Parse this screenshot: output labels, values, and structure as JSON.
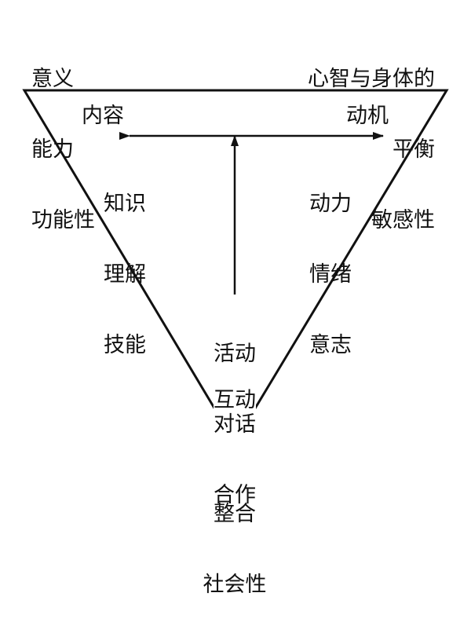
{
  "corners": {
    "top_left": [
      "意义",
      "能力",
      "功能性"
    ],
    "top_right": [
      "心智与身体的",
      "平衡",
      "敏感性"
    ],
    "bottom": [
      "整合",
      "社会性"
    ]
  },
  "axis_labels": {
    "left": "内容",
    "right": "动机",
    "bottom": "互动"
  },
  "groups": {
    "content": [
      "知识",
      "理解",
      "技能"
    ],
    "motivation": [
      "动力",
      "情绪",
      "意志"
    ],
    "interaction": [
      "活动",
      "对话",
      "合作"
    ]
  },
  "colors": {
    "stroke": "#111111",
    "background": "#ffffff"
  }
}
